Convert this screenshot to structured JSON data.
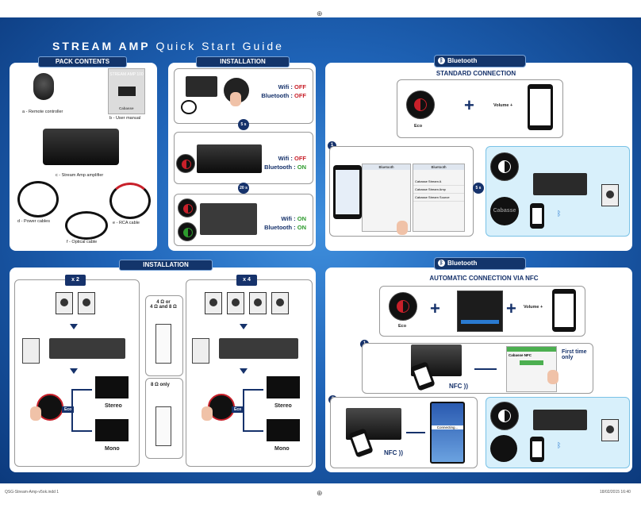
{
  "header": {
    "title_bold": "STREAM AMP",
    "title_rest": " Quick Start Guide"
  },
  "pack_contents": {
    "title": "PACK CONTENTS",
    "items": [
      {
        "label": "a - Remote controller"
      },
      {
        "label": "b - User manual"
      },
      {
        "label": "c - Stream Amp amplifier"
      },
      {
        "label": "d - Power cables"
      },
      {
        "label": "e - RCA cable"
      },
      {
        "label": "f - Optical cable"
      }
    ],
    "manual_cover_title": "STREAM AMP 100",
    "manual_brand": "Cabasse"
  },
  "installation_top": {
    "title": "INSTALLATION",
    "timers": [
      "5 s",
      "20 s"
    ],
    "states": [
      {
        "wifi_label": "Wifi : ",
        "wifi_value": "OFF",
        "bt_label": "Bluetooth : ",
        "bt_value": "OFF"
      },
      {
        "wifi_label": "Wifi : ",
        "wifi_value": "OFF",
        "bt_label": "Bluetooth : ",
        "bt_value": "ON"
      },
      {
        "wifi_label": "Wifi : ",
        "wifi_value": "ON",
        "bt_label": "Bluetooth : ",
        "bt_value": "ON"
      }
    ]
  },
  "bluetooth_standard": {
    "badge": "Bluetooth",
    "subtitle": "STANDARD CONNECTION",
    "eco_label": "Eco",
    "volume_label": "Volume +",
    "step": "1",
    "timer": "5 s",
    "brand": "Cabasse",
    "screen_header": "Bluetooth",
    "screen_rows": [
      "Cabasse Stream A",
      "Cabasse Stream Amp",
      "Cabasse Stream Source"
    ]
  },
  "installation_bottom": {
    "title": "INSTALLATION",
    "multipliers": [
      "x 2",
      "x 4"
    ],
    "impedance_a": "4 Ω or\n4 Ω and 8 Ω",
    "impedance_b": "8 Ω only",
    "eco_tag": "Eco",
    "modes": [
      "Stereo",
      "Mono",
      "Stereo",
      "Mono"
    ]
  },
  "bluetooth_nfc": {
    "badge": "Bluetooth",
    "subtitle": "AUTOMATIC CONNECTION VIA NFC",
    "eco_label": "Eco",
    "volume_label": "Volume +",
    "steps": [
      "1",
      "2"
    ],
    "nfc_label": "NFC",
    "first_time": "First time\nonly",
    "app_name": "Cabasse NFC",
    "connecting": "Connecting..."
  },
  "footer": {
    "left": "QSG-Stream-Amp-v5ok.indd   1",
    "right": "18/02/2015   16:40"
  },
  "colors": {
    "navy": "#16326b",
    "red": "#c8202a",
    "green": "#2d9a2d",
    "blue_bg": "#1f64b8"
  },
  "icons": [
    "crop-mark-icon",
    "bluetooth-icon",
    "eco-button-icon",
    "hand-icon",
    "speaker-icon",
    "phone-icon",
    "timer-icon",
    "nfc-icon"
  ]
}
